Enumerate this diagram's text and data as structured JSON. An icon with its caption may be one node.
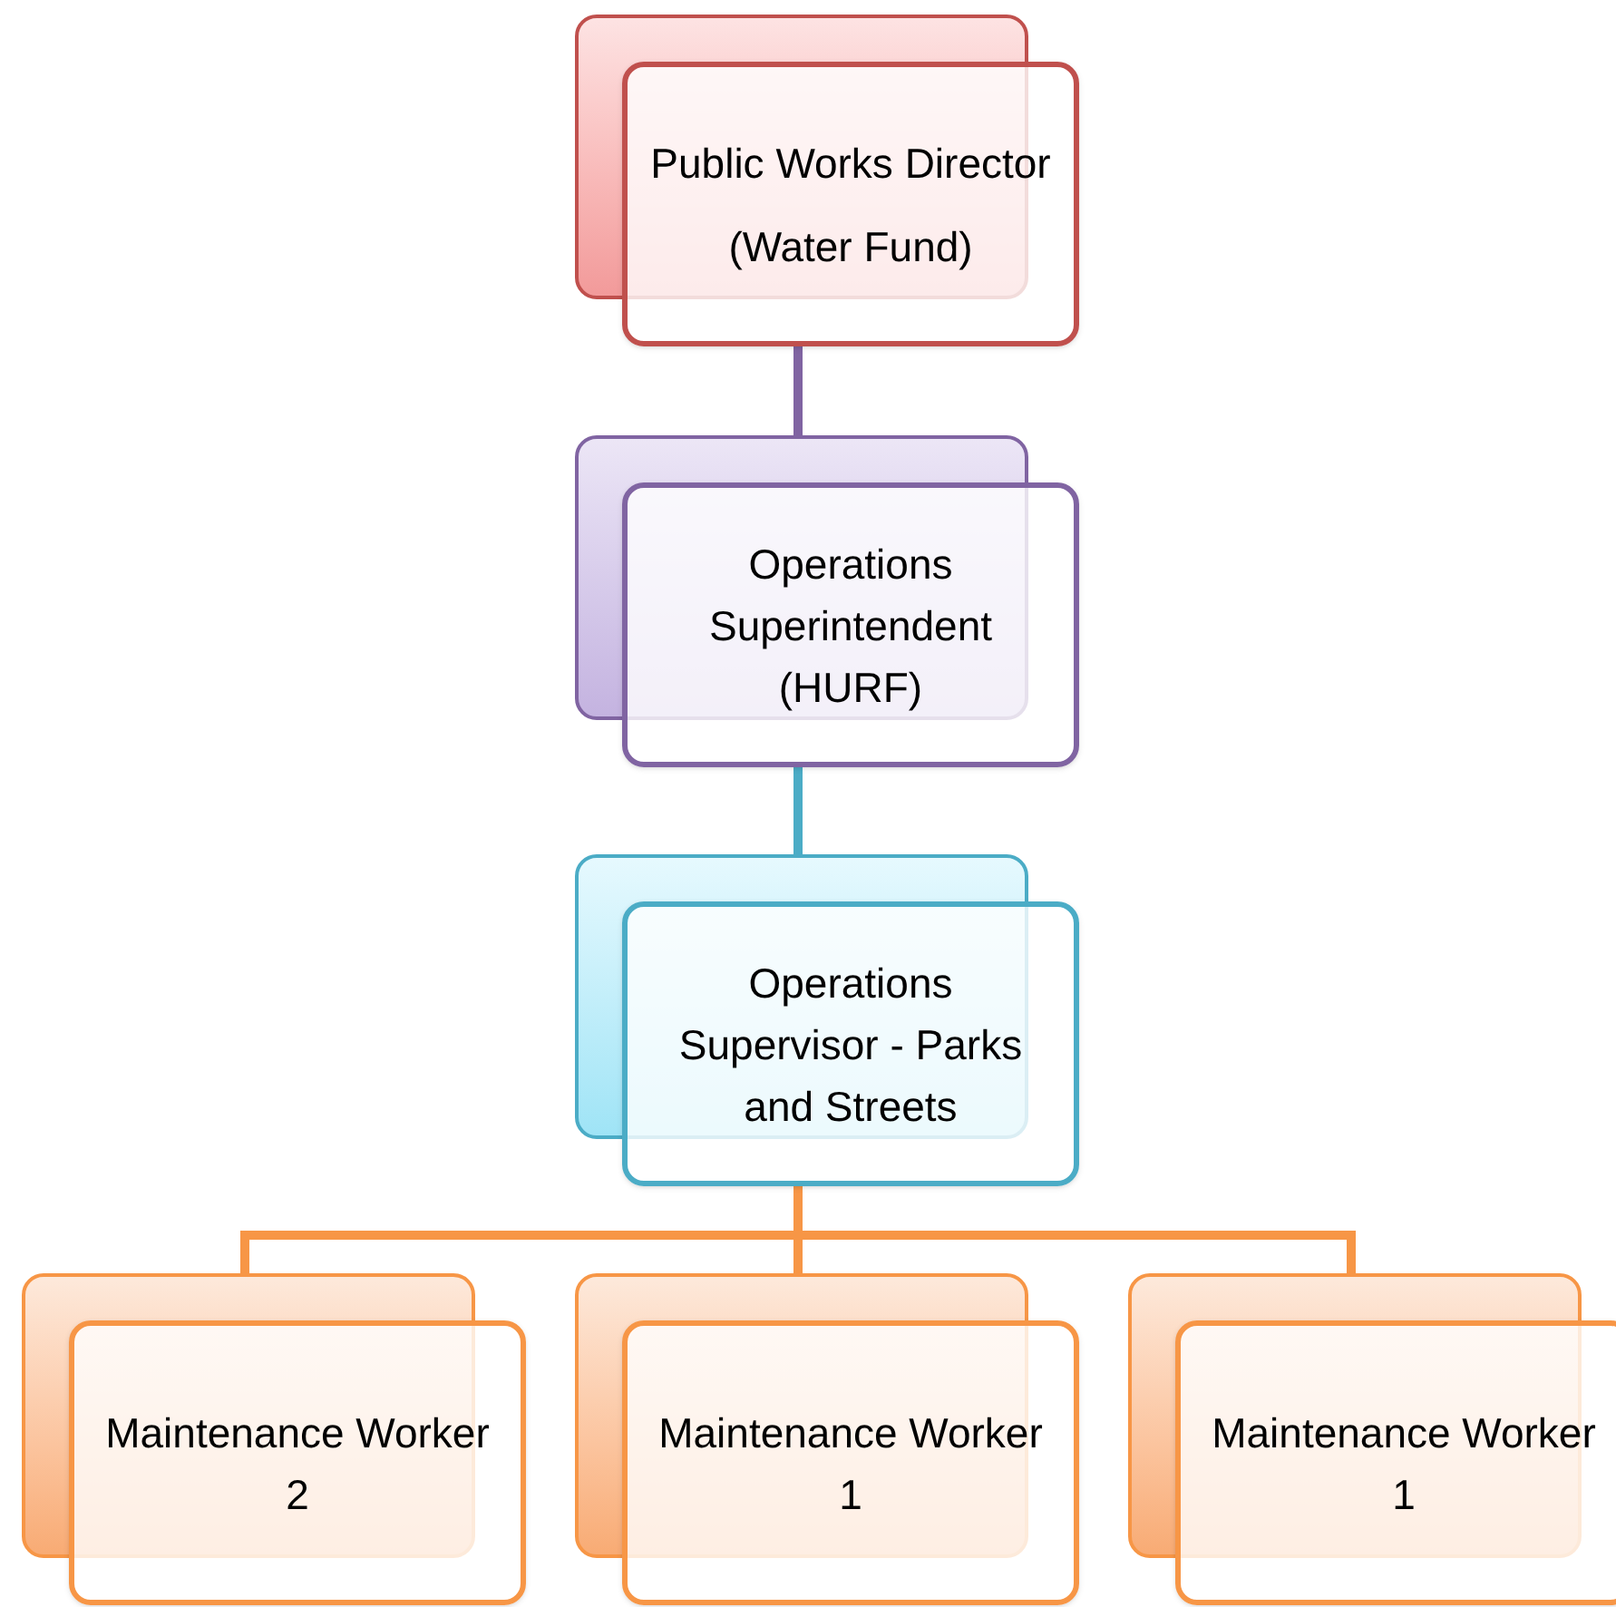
{
  "diagram": {
    "nodes": [
      {
        "text": [
          "Public Works Director",
          "(Water Fund)"
        ]
      },
      {
        "text": [
          "Operations Superintendent (HURF)"
        ]
      },
      {
        "text": [
          "Operations Supervisor - Parks and Streets"
        ]
      },
      {
        "text": [
          "Maintenance Worker 2"
        ]
      },
      {
        "text": [
          "Maintenance Worker 1"
        ]
      },
      {
        "text": [
          "Maintenance Worker 1"
        ]
      }
    ],
    "edges": [
      {
        "from": 0,
        "to": 1,
        "arrow": "none",
        "color": "#8064a2"
      },
      {
        "from": 1,
        "to": 2,
        "arrow": "none",
        "color": "#4bacc6"
      },
      {
        "from": 2,
        "to": 3,
        "arrow": "none"
      },
      {
        "from": 2,
        "to": 4,
        "arrow": "none"
      },
      {
        "from": 2,
        "to": 5,
        "arrow": "none"
      }
    ]
  }
}
